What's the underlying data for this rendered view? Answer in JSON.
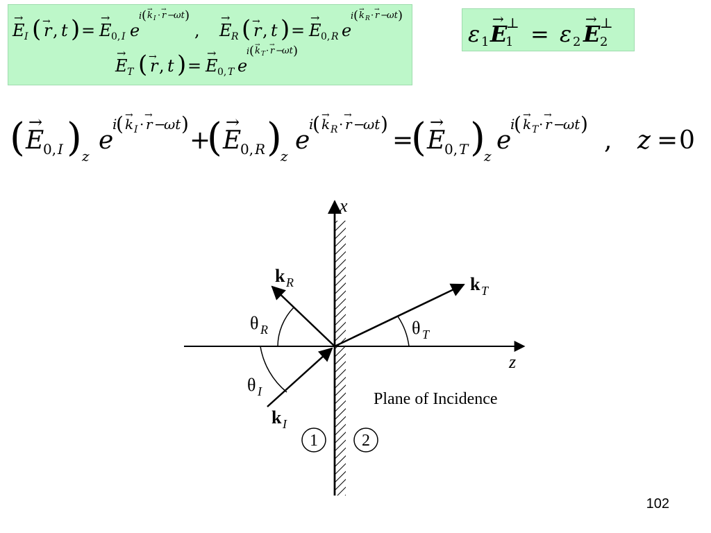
{
  "equations": {
    "wave_I": "E⃗_I(r⃗,t) = E⃗_{0,I} e^{i(k⃗_I·r⃗−ωt)},",
    "wave_R": "E⃗_R(r⃗,t) = E⃗_{0,R} e^{i(k⃗_R·r⃗−ωt)}",
    "wave_T": "E⃗_T(r⃗,t) = E⃗_{0,T} e^{i(k⃗_T·r⃗−ωt)}",
    "boundary_perp": "ε₁E⃗₁^⊥ = ε₂E⃗₂^⊥",
    "boundary_z": "(E⃗_{0,I})_z e^{i(k⃗_I·r⃗−ωt)} + (E⃗_{0,R})_z e^{i(k⃗_R·r⃗−ωt)} = (E⃗_{0,T})_z e^{i(k⃗_T·r⃗−ωt)} , z = 0"
  },
  "diagram": {
    "axis_x": "x",
    "axis_z": "z",
    "k_R": "k",
    "k_R_sub": "R",
    "k_T": "k",
    "k_T_sub": "T",
    "k_I": "k",
    "k_I_sub": "I",
    "theta_R": "θ",
    "theta_R_sub": "R",
    "theta_T": "θ",
    "theta_T_sub": "T",
    "theta_I": "θ",
    "theta_I_sub": "I",
    "caption": "Plane of Incidence",
    "region_1": "1",
    "region_2": "2"
  },
  "page_number": "102"
}
